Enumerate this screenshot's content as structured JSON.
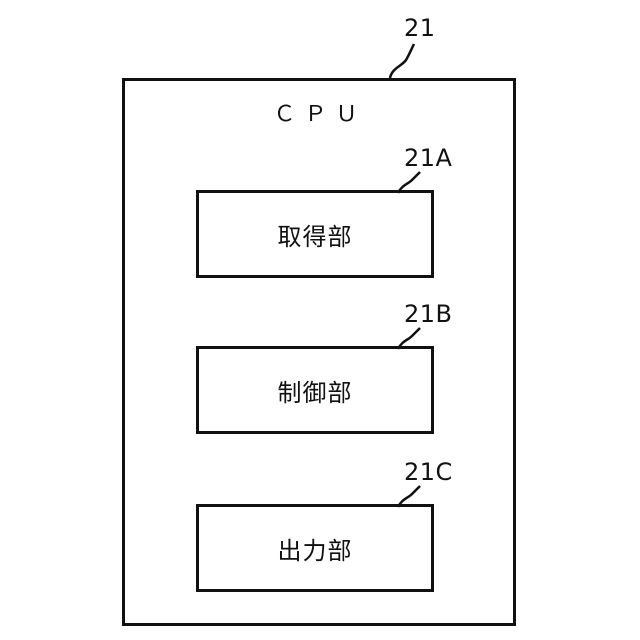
{
  "diagram": {
    "outer": {
      "ref": "21",
      "label": "ＣＰＵ"
    },
    "units": [
      {
        "ref": "21A",
        "label": "取得部"
      },
      {
        "ref": "21B",
        "label": "制御部"
      },
      {
        "ref": "21C",
        "label": "出力部"
      }
    ],
    "stroke_color": "#111111",
    "background_color": "#ffffff"
  }
}
